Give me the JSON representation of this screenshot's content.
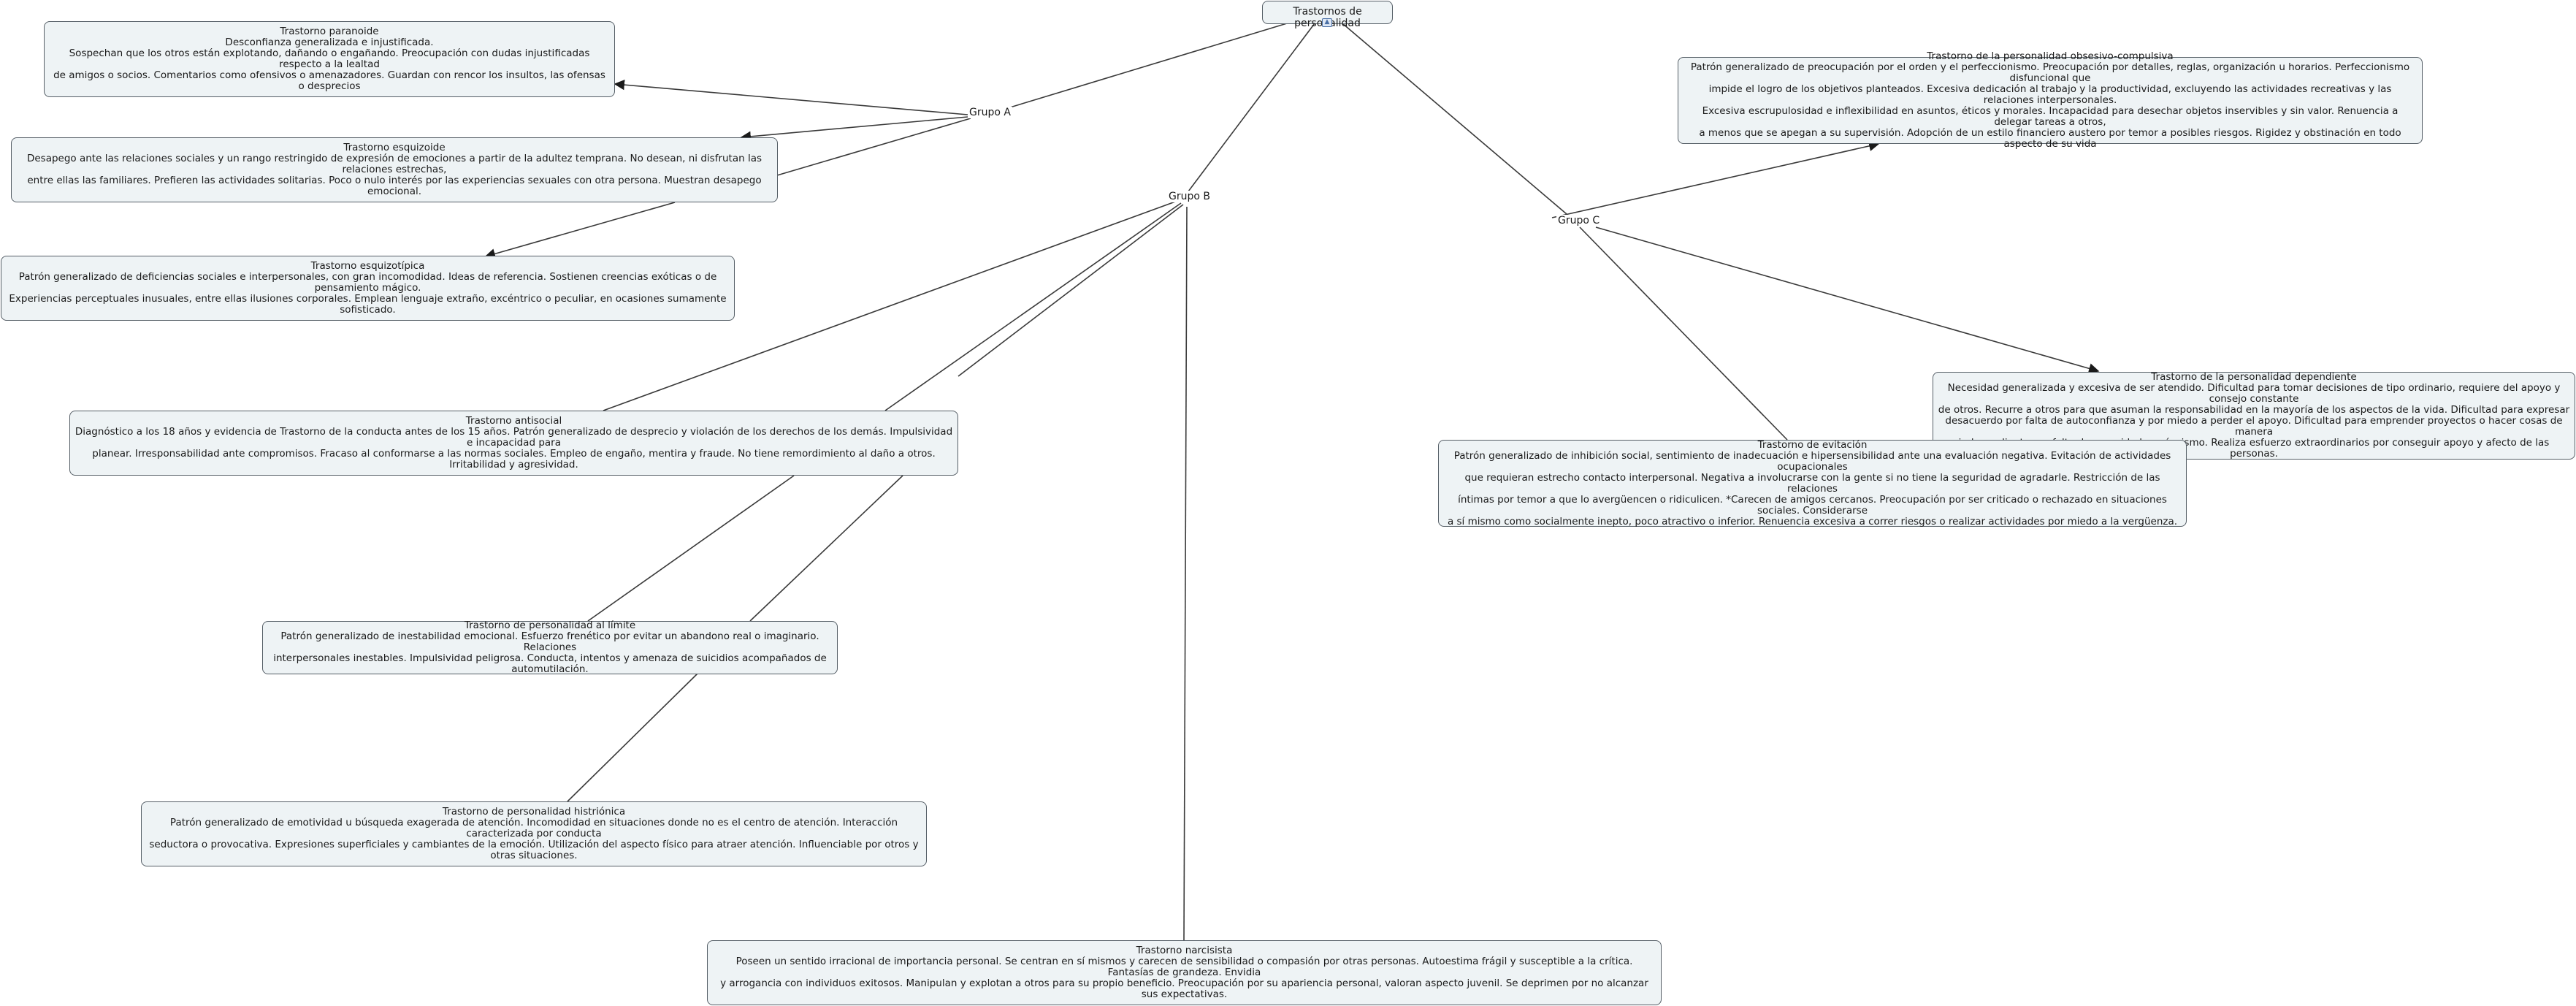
{
  "root": {
    "label": "Trastornos de personalidad",
    "icon": "collapse-icon"
  },
  "groups": {
    "a": "Grupo A",
    "b": "Grupo B",
    "c": "Grupo C"
  },
  "nodes": {
    "paranoide": {
      "title": "Trastorno paranoide",
      "body": "Desconfianza generalizada e injustificada.\nSospechan que los otros están explotando, dañando o engañando. Preocupación con dudas injustificadas respecto a la lealtad\nde amigos o socios. Comentarios como ofensivos o amenazadores. Guardan con rencor los insultos, las ofensas o desprecios"
    },
    "esquizoide": {
      "title": "Trastorno esquizoide",
      "body": "Desapego ante las relaciones sociales y un rango restringido de expresión de emociones a partir de la adultez temprana. No desean, ni disfrutan las relaciones estrechas,\nentre ellas las familiares. Prefieren las actividades solitarias. Poco o nulo interés por las experiencias sexuales con otra persona. Muestran desapego emocional."
    },
    "esquizotipica": {
      "title": "Trastorno esquizotípica",
      "body": "Patrón generalizado de deficiencias sociales e interpersonales, con gran incomodidad. Ideas de referencia. Sostienen creencias exóticas o de pensamiento mágico.\nExperiencias perceptuales inusuales, entre ellas ilusiones corporales. Emplean lenguaje extraño, excéntrico o peculiar, en ocasiones sumamente sofisticado."
    },
    "antisocial": {
      "title": "Trastorno antisocial",
      "body": "Diagnóstico a los 18 años y evidencia de Trastorno de la conducta antes de los 15 años. Patrón generalizado de desprecio y violación de los derechos de los demás. Impulsividad e incapacidad para\nplanear. Irresponsabilidad ante compromisos. Fracaso al conformarse a las normas sociales. Empleo de engaño, mentira y fraude. No tiene remordimiento al daño a otros. Irritabilidad y agresividad."
    },
    "limite": {
      "title": "Trastorno de personalidad al límite",
      "body": "Patrón generalizado de inestabilidad emocional. Esfuerzo frenético por evitar un abandono real o imaginario. Relaciones\ninterpersonales inestables. Impulsividad peligrosa. Conducta, intentos y amenaza de suicidios acompañados de automutilación."
    },
    "histrionica": {
      "title": "Trastorno de personalidad histriónica",
      "body": "Patrón generalizado de emotividad u búsqueda exagerada de atención. Incomodidad en situaciones donde no es el centro de atención. Interacción caracterizada por conducta\nseductora o provocativa. Expresiones superficiales y cambiantes de la emoción. Utilización del aspecto físico para atraer atención. Influenciable por otros y otras situaciones."
    },
    "narcisista": {
      "title": "Trastorno narcisista",
      "body": "Poseen un sentido irracional de importancia personal. Se centran en sí mismos y carecen de sensibilidad o compasión por otras personas. Autoestima frágil y susceptible a la crítica. Fantasías de grandeza. Envidia\ny arrogancia con individuos exitosos. Manipulan y explotan a otros para su propio beneficio. Preocupación por su apariencia personal, valoran aspecto juvenil. Se deprimen por no alcanzar sus expectativas."
    },
    "obsesivo": {
      "title": "Trastorno de la personalidad obsesivo-compulsiva",
      "body": "Patrón generalizado de preocupación por el orden y el perfeccionismo. Preocupación por detalles, reglas, organización u horarios. Perfeccionismo disfuncional que\nimpide el logro de los objetivos planteados. Excesiva dedicación al trabajo y la productividad, excluyendo las actividades recreativas y las relaciones interpersonales.\nExcesiva escrupulosidad e inflexibilidad en asuntos, éticos y morales. Incapacidad para desechar objetos inservibles y sin valor. Renuencia a delegar tareas a otros,\na menos que se apegan a su supervisión. Adopción de un estilo financiero austero por temor a posibles riesgos. Rigidez y obstinación en todo aspecto de su vida"
    },
    "dependiente": {
      "title": "Trastorno de la personalidad dependiente",
      "body": "Necesidad generalizada y excesiva de ser atendido. Dificultad para tomar decisiones de tipo ordinario, requiere del apoyo y consejo constante\nde otros. Recurre a otros para que asuman la responsabilidad en la mayoría de los aspectos de la vida. Dificultad para expresar\ndesacuerdo por falta de autoconfianza y por miedo a perder el apoyo. Dificultad para emprender proyectos o hacer cosas de manera\nindependiente por falta de seguridad en sí mismo. Realiza esfuerzo extraordinarios por conseguir apoyo y afecto de las personas."
    },
    "evitacion": {
      "title": "Trastorno de evitación",
      "body": "Patrón generalizado de inhibición social, sentimiento de inadecuación e hipersensibilidad ante una evaluación negativa. Evitación de actividades ocupacionales\nque requieran estrecho contacto interpersonal. Negativa a involucrarse con la gente si no tiene la seguridad de agradarle. Restricción de las relaciones\níntimas por temor a que lo avergüencen o ridiculicen. *Carecen de amigos cercanos. Preocupación por ser criticado o rechazado en situaciones sociales. Considerarse\na sí mismo como socialmente inepto, poco atractivo o inferior. Renuencia excesiva a correr riesgos o realizar actividades por miedo a la vergüenza."
    }
  },
  "colors": {
    "line": "#3a3a3a",
    "node_bg": "#eef3f5",
    "node_border": "#555e66"
  }
}
